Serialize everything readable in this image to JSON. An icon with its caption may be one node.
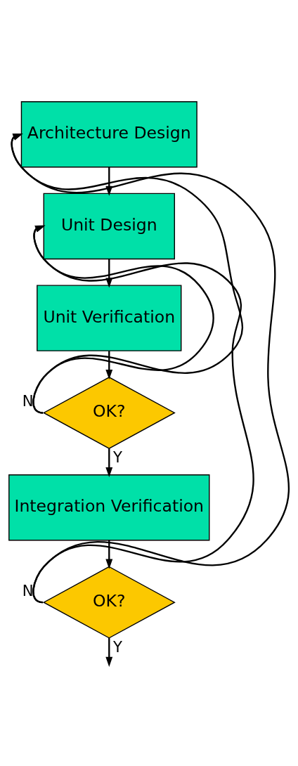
{
  "diagram": {
    "nodes": [
      {
        "text": [
          "Architecture Design"
        ]
      },
      {
        "text": [
          "Unit Design"
        ]
      },
      {
        "text": [
          "Unit Verification"
        ]
      },
      {
        "text": [
          "OK?"
        ]
      },
      {
        "text": [
          "Integration Verification"
        ]
      },
      {
        "text": [
          "OK?"
        ]
      }
    ],
    "edges": [
      {
        "from": 0,
        "to": 1,
        "arrow": "to"
      },
      {
        "from": 1,
        "to": 2,
        "arrow": "to"
      },
      {
        "from": 2,
        "to": 3,
        "arrow": "to"
      },
      {
        "from": 3,
        "to": 4,
        "label": "Y",
        "arrow": "to"
      },
      {
        "from": 3,
        "to": 0,
        "label": "N",
        "arrow": "to"
      },
      {
        "from": 3,
        "to": 1,
        "arrow": "to"
      },
      {
        "from": 4,
        "to": 5,
        "arrow": "to"
      },
      {
        "from": 5,
        "to": 0,
        "label": "N",
        "arrow": "to"
      },
      {
        "from": 5,
        "to": 1,
        "arrow": "to"
      },
      {
        "from": 5,
        "to": null,
        "label": "Y",
        "arrow": "to"
      }
    ]
  }
}
